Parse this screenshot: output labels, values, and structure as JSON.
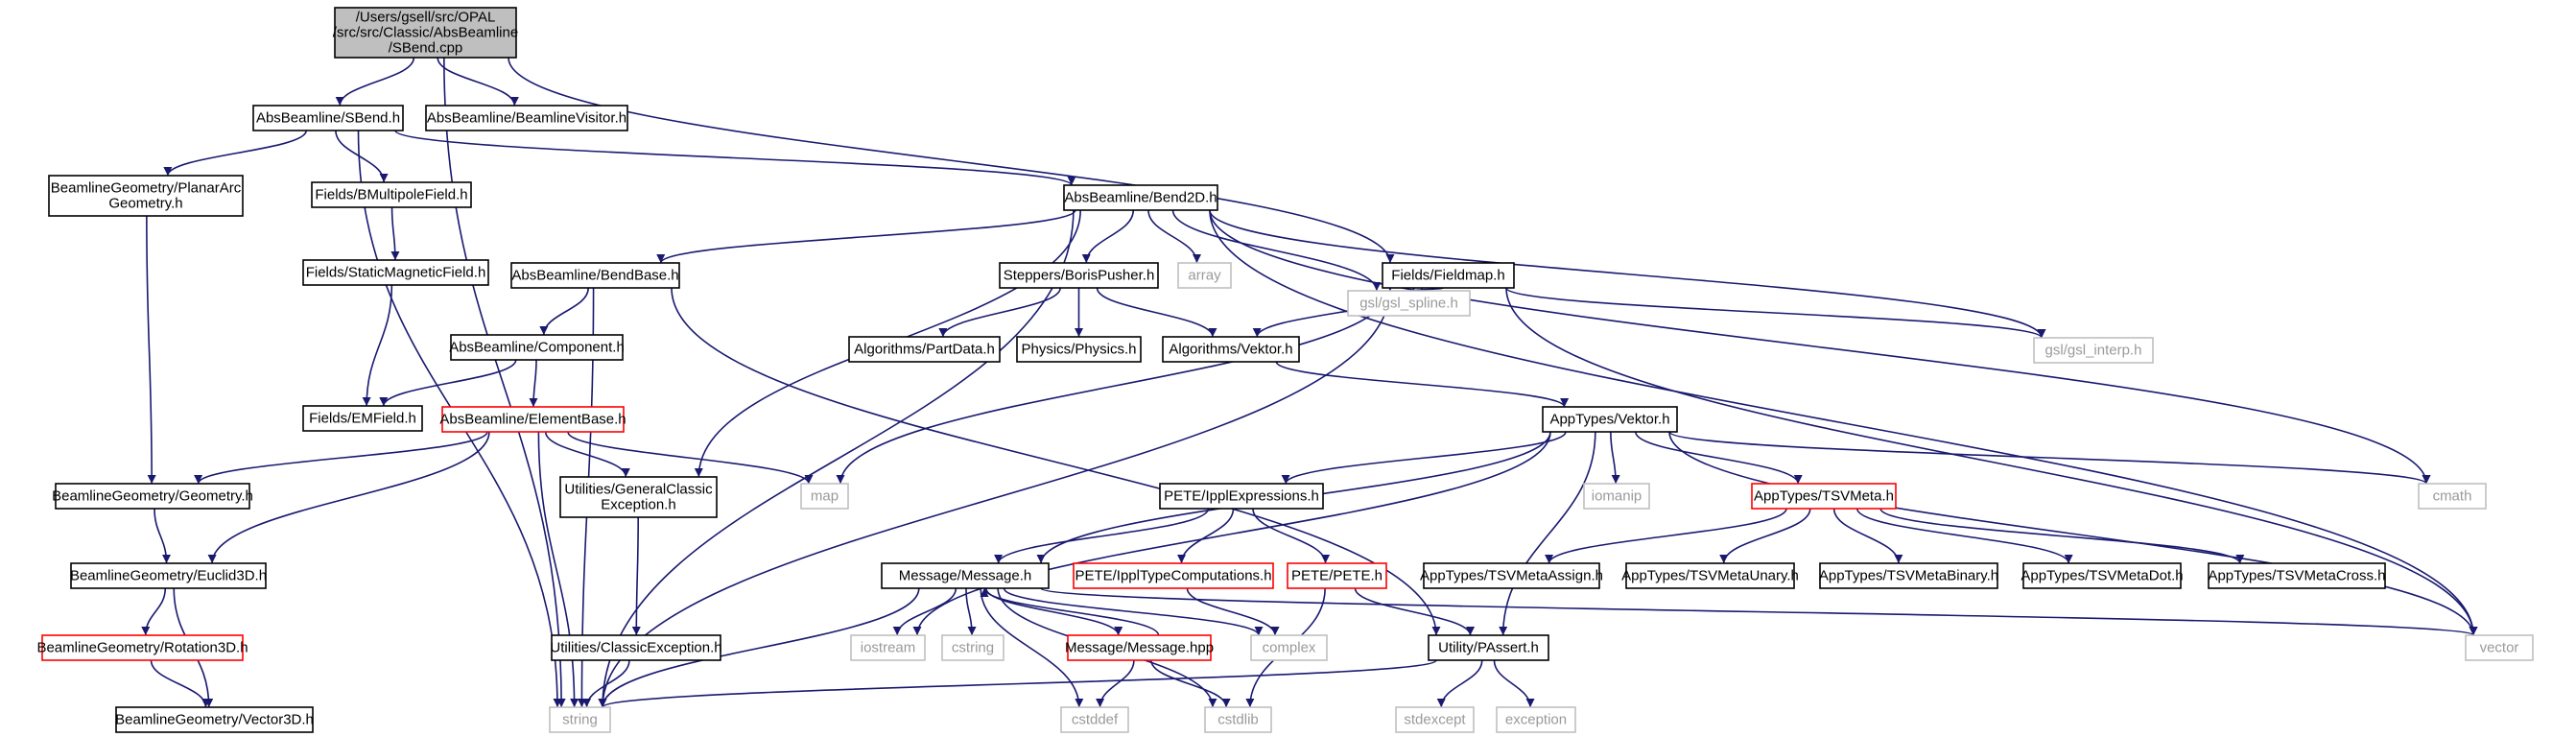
{
  "diagram": {
    "nodes": [
      {
        "id": "root",
        "lines": [
          "/Users/gsell/src/OPAL",
          "/src/src/Classic/AbsBeamline",
          "/SBend.cpp"
        ],
        "style": "root"
      },
      {
        "id": "sbend_h",
        "lines": [
          "AbsBeamline/SBend.h"
        ],
        "style": "black"
      },
      {
        "id": "visitor_h",
        "lines": [
          "AbsBeamline/BeamlineVisitor.h"
        ],
        "style": "black"
      },
      {
        "id": "planararc_h",
        "lines": [
          "BeamlineGeometry/PlanarArc",
          "Geometry.h"
        ],
        "style": "black"
      },
      {
        "id": "bmultipole_h",
        "lines": [
          "Fields/BMultipoleField.h"
        ],
        "style": "black"
      },
      {
        "id": "bend2d_h",
        "lines": [
          "AbsBeamline/Bend2D.h"
        ],
        "style": "black"
      },
      {
        "id": "staticmag_h",
        "lines": [
          "Fields/StaticMagneticField.h"
        ],
        "style": "black"
      },
      {
        "id": "bendbase_h",
        "lines": [
          "AbsBeamline/BendBase.h"
        ],
        "style": "black"
      },
      {
        "id": "borispusher_h",
        "lines": [
          "Steppers/BorisPusher.h"
        ],
        "style": "black"
      },
      {
        "id": "array",
        "lines": [
          "array"
        ],
        "style": "gray"
      },
      {
        "id": "fieldmap_h",
        "lines": [
          "Fields/Fieldmap.h"
        ],
        "style": "black"
      },
      {
        "id": "gsl_spline",
        "lines": [
          "gsl/gsl_spline.h"
        ],
        "style": "gray"
      },
      {
        "id": "gsl_interp",
        "lines": [
          "gsl/gsl_interp.h"
        ],
        "style": "gray"
      },
      {
        "id": "component_h",
        "lines": [
          "AbsBeamline/Component.h"
        ],
        "style": "black"
      },
      {
        "id": "partdata_h",
        "lines": [
          "Algorithms/PartData.h"
        ],
        "style": "black"
      },
      {
        "id": "physics_h",
        "lines": [
          "Physics/Physics.h"
        ],
        "style": "black"
      },
      {
        "id": "algvektor_h",
        "lines": [
          "Algorithms/Vektor.h"
        ],
        "style": "black"
      },
      {
        "id": "emfield_h",
        "lines": [
          "Fields/EMField.h"
        ],
        "style": "black"
      },
      {
        "id": "elementbase_h",
        "lines": [
          "AbsBeamline/ElementBase.h"
        ],
        "style": "red"
      },
      {
        "id": "apptypesvektor_h",
        "lines": [
          "AppTypes/Vektor.h"
        ],
        "style": "black"
      },
      {
        "id": "geometry_h",
        "lines": [
          "BeamlineGeometry/Geometry.h"
        ],
        "style": "black"
      },
      {
        "id": "genclassicexc_h",
        "lines": [
          "Utilities/GeneralClassic",
          "Exception.h"
        ],
        "style": "black"
      },
      {
        "id": "map",
        "lines": [
          "map"
        ],
        "style": "gray"
      },
      {
        "id": "ipplexpr_h",
        "lines": [
          "PETE/IpplExpressions.h"
        ],
        "style": "black"
      },
      {
        "id": "iomanip",
        "lines": [
          "iomanip"
        ],
        "style": "gray"
      },
      {
        "id": "tsvmeta_h",
        "lines": [
          "AppTypes/TSVMeta.h"
        ],
        "style": "red"
      },
      {
        "id": "cmath",
        "lines": [
          "cmath"
        ],
        "style": "gray"
      },
      {
        "id": "euclid3d_h",
        "lines": [
          "BeamlineGeometry/Euclid3D.h"
        ],
        "style": "black"
      },
      {
        "id": "message_h",
        "lines": [
          "Message/Message.h"
        ],
        "style": "black"
      },
      {
        "id": "ippltypecomp_h",
        "lines": [
          "PETE/IpplTypeComputations.h"
        ],
        "style": "red"
      },
      {
        "id": "pete_h",
        "lines": [
          "PETE/PETE.h"
        ],
        "style": "red"
      },
      {
        "id": "tsvassign_h",
        "lines": [
          "AppTypes/TSVMetaAssign.h"
        ],
        "style": "black"
      },
      {
        "id": "tsvunary_h",
        "lines": [
          "AppTypes/TSVMetaUnary.h"
        ],
        "style": "black"
      },
      {
        "id": "tsvbinary_h",
        "lines": [
          "AppTypes/TSVMetaBinary.h"
        ],
        "style": "black"
      },
      {
        "id": "tsvdot_h",
        "lines": [
          "AppTypes/TSVMetaDot.h"
        ],
        "style": "black"
      },
      {
        "id": "tsvcross_h",
        "lines": [
          "AppTypes/TSVMetaCross.h"
        ],
        "style": "black"
      },
      {
        "id": "vector",
        "lines": [
          "vector"
        ],
        "style": "gray"
      },
      {
        "id": "rotation3d_h",
        "lines": [
          "BeamlineGeometry/Rotation3D.h"
        ],
        "style": "red"
      },
      {
        "id": "classicexc_h",
        "lines": [
          "Utilities/ClassicException.h"
        ],
        "style": "black"
      },
      {
        "id": "iostream",
        "lines": [
          "iostream"
        ],
        "style": "gray"
      },
      {
        "id": "cstring",
        "lines": [
          "cstring"
        ],
        "style": "gray"
      },
      {
        "id": "message_hpp",
        "lines": [
          "Message/Message.hpp"
        ],
        "style": "red"
      },
      {
        "id": "complex",
        "lines": [
          "complex"
        ],
        "style": "gray"
      },
      {
        "id": "passert_h",
        "lines": [
          "Utility/PAssert.h"
        ],
        "style": "black"
      },
      {
        "id": "vector3d_h",
        "lines": [
          "BeamlineGeometry/Vector3D.h"
        ],
        "style": "black"
      },
      {
        "id": "string",
        "lines": [
          "string"
        ],
        "style": "gray"
      },
      {
        "id": "cstddef",
        "lines": [
          "cstddef"
        ],
        "style": "gray"
      },
      {
        "id": "cstdlib",
        "lines": [
          "cstdlib"
        ],
        "style": "gray"
      },
      {
        "id": "stdexcept",
        "lines": [
          "stdexcept"
        ],
        "style": "gray"
      },
      {
        "id": "exception",
        "lines": [
          "exception"
        ],
        "style": "gray"
      }
    ],
    "edges": [
      [
        "root",
        "sbend_h"
      ],
      [
        "root",
        "visitor_h"
      ],
      [
        "root",
        "string"
      ],
      [
        "root",
        "fieldmap_h"
      ],
      [
        "sbend_h",
        "planararc_h"
      ],
      [
        "sbend_h",
        "bmultipole_h"
      ],
      [
        "sbend_h",
        "bend2d_h"
      ],
      [
        "sbend_h",
        "string"
      ],
      [
        "planararc_h",
        "geometry_h"
      ],
      [
        "bmultipole_h",
        "staticmag_h"
      ],
      [
        "staticmag_h",
        "emfield_h"
      ],
      [
        "bend2d_h",
        "bendbase_h"
      ],
      [
        "bend2d_h",
        "borispusher_h"
      ],
      [
        "bend2d_h",
        "array"
      ],
      [
        "bend2d_h",
        "gsl_spline"
      ],
      [
        "bend2d_h",
        "gsl_interp"
      ],
      [
        "bend2d_h",
        "vector"
      ],
      [
        "bend2d_h",
        "cmath"
      ],
      [
        "bend2d_h",
        "genclassicexc_h"
      ],
      [
        "bend2d_h",
        "string"
      ],
      [
        "bendbase_h",
        "component_h"
      ],
      [
        "bendbase_h",
        "string"
      ],
      [
        "bendbase_h",
        "passert_h"
      ],
      [
        "component_h",
        "emfield_h"
      ],
      [
        "component_h",
        "elementbase_h"
      ],
      [
        "borispusher_h",
        "partdata_h"
      ],
      [
        "borispusher_h",
        "physics_h"
      ],
      [
        "borispusher_h",
        "algvektor_h"
      ],
      [
        "fieldmap_h",
        "algvektor_h"
      ],
      [
        "fieldmap_h",
        "gsl_spline"
      ],
      [
        "fieldmap_h",
        "gsl_interp"
      ],
      [
        "fieldmap_h",
        "vector"
      ],
      [
        "fieldmap_h",
        "map"
      ],
      [
        "fieldmap_h",
        "string"
      ],
      [
        "algvektor_h",
        "apptypesvektor_h"
      ],
      [
        "elementbase_h",
        "geometry_h"
      ],
      [
        "elementbase_h",
        "euclid3d_h"
      ],
      [
        "elementbase_h",
        "genclassicexc_h"
      ],
      [
        "elementbase_h",
        "map"
      ],
      [
        "elementbase_h",
        "string"
      ],
      [
        "apptypesvektor_h",
        "ipplexpr_h"
      ],
      [
        "apptypesvektor_h",
        "iomanip"
      ],
      [
        "apptypesvektor_h",
        "tsvmeta_h"
      ],
      [
        "apptypesvektor_h",
        "cmath"
      ],
      [
        "apptypesvektor_h",
        "message_h"
      ],
      [
        "apptypesvektor_h",
        "iostream"
      ],
      [
        "apptypesvektor_h",
        "vector"
      ],
      [
        "apptypesvektor_h",
        "passert_h"
      ],
      [
        "geometry_h",
        "euclid3d_h"
      ],
      [
        "genclassicexc_h",
        "classicexc_h"
      ],
      [
        "classicexc_h",
        "string"
      ],
      [
        "euclid3d_h",
        "rotation3d_h"
      ],
      [
        "euclid3d_h",
        "vector3d_h"
      ],
      [
        "rotation3d_h",
        "vector3d_h"
      ],
      [
        "ipplexpr_h",
        "message_h"
      ],
      [
        "ipplexpr_h",
        "ippltypecomp_h"
      ],
      [
        "ipplexpr_h",
        "pete_h"
      ],
      [
        "tsvmeta_h",
        "tsvassign_h"
      ],
      [
        "tsvmeta_h",
        "tsvunary_h"
      ],
      [
        "tsvmeta_h",
        "tsvbinary_h"
      ],
      [
        "tsvmeta_h",
        "tsvdot_h"
      ],
      [
        "tsvmeta_h",
        "tsvcross_h"
      ],
      [
        "ippltypecomp_h",
        "complex"
      ],
      [
        "pete_h",
        "passert_h"
      ],
      [
        "pete_h",
        "cstdlib"
      ],
      [
        "message_h",
        "iostream"
      ],
      [
        "message_h",
        "cstring"
      ],
      [
        "message_h",
        "message_hpp"
      ],
      [
        "message_h",
        "complex"
      ],
      [
        "message_h",
        "cstddef"
      ],
      [
        "message_h",
        "cstdlib"
      ],
      [
        "message_h",
        "vector"
      ],
      [
        "message_h",
        "string"
      ],
      [
        "message_hpp",
        "message_h"
      ],
      [
        "message_hpp",
        "cstddef"
      ],
      [
        "message_hpp",
        "cstdlib"
      ],
      [
        "passert_h",
        "string"
      ],
      [
        "passert_h",
        "stdexcept"
      ],
      [
        "passert_h",
        "exception"
      ]
    ],
    "colors": {
      "edge": "#191970",
      "red_border": "#ff0000",
      "gray_border": "#bfbfbf",
      "black_border": "#000000",
      "root_fill": "#bfbfbf",
      "gray_text": "#9a9a9a"
    }
  }
}
